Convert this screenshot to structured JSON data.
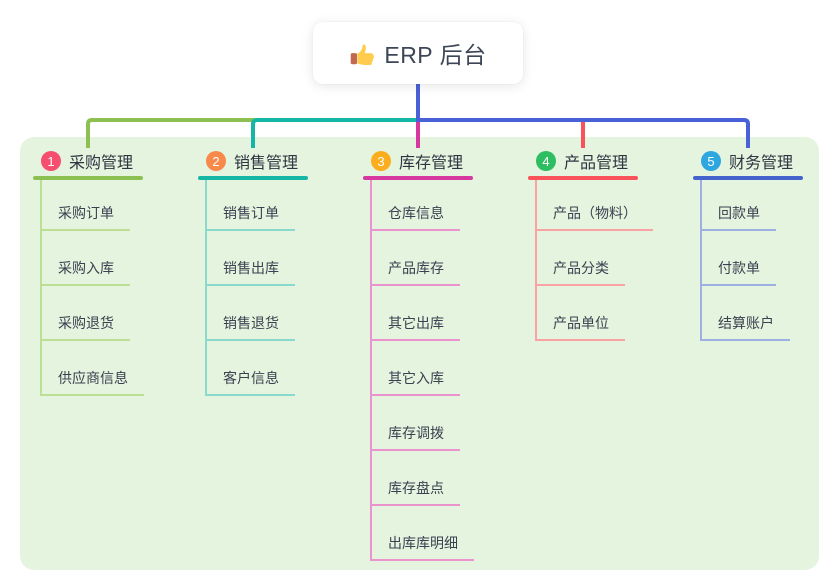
{
  "root": {
    "label": "ERP 后台",
    "icon": "thumbs-up"
  },
  "colors": {
    "panel_bg": "#E5F4DF",
    "root_line": "#4A60D6",
    "node_bg": "#FFFFFF",
    "root_text": "#3D4656",
    "header_text": "#2E3440",
    "child_text": "#3A4150",
    "thumb_hand": "#FFCC4D",
    "thumb_cuff": "#C1694F"
  },
  "branches": [
    {
      "badge": "1",
      "label": "采购管理",
      "badge_color": "#F54E6E",
      "line_color": "#8CC051",
      "child_line_color": "#BCDF94",
      "children": [
        "采购订单",
        "采购入库",
        "采购退货",
        "供应商信息"
      ]
    },
    {
      "badge": "2",
      "label": "销售管理",
      "badge_color": "#F7894B",
      "line_color": "#16B6A7",
      "child_line_color": "#8BD8CE",
      "children": [
        "销售订单",
        "销售出库",
        "销售退货",
        "客户信息"
      ]
    },
    {
      "badge": "3",
      "label": "库存管理",
      "badge_color": "#FBAD1E",
      "line_color": "#D6389F",
      "child_line_color": "#EA93CD",
      "children": [
        "仓库信息",
        "产品库存",
        "其它出库",
        "其它入库",
        "库存调拨",
        "库存盘点",
        "出库库明细"
      ]
    },
    {
      "badge": "4",
      "label": "产品管理",
      "badge_color": "#2EBD60",
      "line_color": "#F9525A",
      "child_line_color": "#FBA3A4",
      "children": [
        "产品（物料）",
        "产品分类",
        "产品单位"
      ]
    },
    {
      "badge": "5",
      "label": "财务管理",
      "badge_color": "#2EA6DF",
      "line_color": "#4463CD",
      "child_line_color": "#9FAEE3",
      "children": [
        "回款单",
        "付款单",
        "结算账户"
      ]
    }
  ]
}
